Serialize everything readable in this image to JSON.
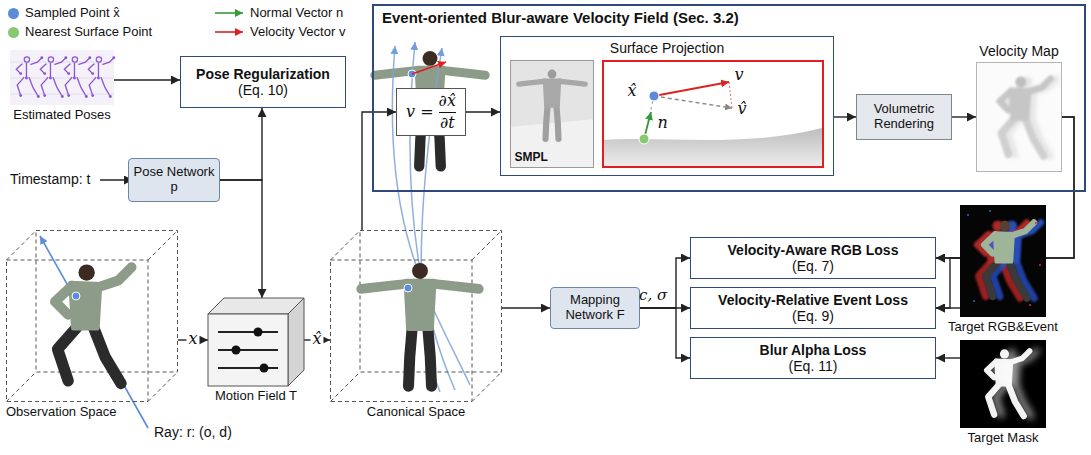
{
  "diagram": {
    "nodes": [
      {
        "text": [
          "Event-oriented Blur-aware Velocity Field (Sec. 3.2)"
        ]
      },
      {
        "text": [
          "v =",
          "∂x̂",
          "∂t"
        ],
        "in": 0
      },
      {
        "text": [
          "Surface Projection"
        ],
        "in": 0
      },
      {
        "text": [
          "SMPL"
        ],
        "in": 2
      },
      {
        "text": [
          "n",
          "v",
          "x̂",
          "v̂"
        ],
        "in": 2
      },
      {
        "text": [
          "Volumetric Rendering"
        ],
        "in": 0
      },
      {
        "text": [
          "Velocity Map"
        ],
        "in": 0
      },
      {
        "text": [
          "Pose Regularization",
          "(Eq. 10)"
        ]
      },
      {
        "text": [
          "Pose Network p"
        ]
      },
      {
        "text": [
          "Motion Field T"
        ]
      },
      {
        "text": [
          "Observation Space"
        ]
      },
      {
        "text": [
          "Canonical Space"
        ]
      },
      {
        "text": [
          "Mapping Network F"
        ]
      },
      {
        "text": [
          "Velocity-Aware RGB Loss",
          "(Eq. 7)"
        ]
      },
      {
        "text": [
          "Velocity-Relative Event Loss",
          "(Eq. 9)"
        ]
      },
      {
        "text": [
          "Blur Alpha Loss",
          "(Eq. 11)"
        ]
      },
      {
        "text": [
          "Target RGB&Event"
        ]
      },
      {
        "text": [
          "Target Mask"
        ]
      },
      {
        "text": [
          "Estimated Poses"
        ]
      }
    ],
    "edges": [
      {
        "from": 18,
        "to": 7,
        "arrow": "to"
      },
      {
        "from": 8,
        "to": 7,
        "arrow": "to"
      },
      {
        "from": 8,
        "to": 9,
        "arrow": "to"
      },
      {
        "from": 10,
        "to": 9,
        "label": "x",
        "arrow": "to"
      },
      {
        "from": 9,
        "to": 11,
        "label": "x̂",
        "arrow": "to"
      },
      {
        "from": 11,
        "to": 1,
        "arrow": "to"
      },
      {
        "from": 11,
        "to": 12,
        "arrow": "to"
      },
      {
        "from": 1,
        "to": 2,
        "arrow": "to"
      },
      {
        "from": 2,
        "to": 5,
        "arrow": "to"
      },
      {
        "from": 5,
        "to": 6,
        "arrow": "to"
      },
      {
        "from": 6,
        "to": 13,
        "arrow": "to"
      },
      {
        "from": 6,
        "to": 14,
        "arrow": "to"
      },
      {
        "from": 16,
        "to": 13,
        "arrow": "to"
      },
      {
        "from": 16,
        "to": 14,
        "arrow": "to"
      },
      {
        "from": 17,
        "to": 15,
        "arrow": "to"
      },
      {
        "from": 12,
        "to": 13,
        "arrow": "to"
      },
      {
        "from": 12,
        "to": 14,
        "arrow": "to"
      },
      {
        "from": 12,
        "to": 15,
        "arrow": "to"
      }
    ],
    "labels": [
      "Timestamp: t",
      "c, σ",
      "Ray: r: (o, d)"
    ],
    "legend": [
      {
        "text": "Sampled Point x̂",
        "color": "#5b8bd9"
      },
      {
        "text": "Normal Vector n"
      },
      {
        "text": "Nearest Surface Point",
        "color": "#86c96f"
      },
      {
        "text": "Velocity Vector v"
      }
    ]
  }
}
